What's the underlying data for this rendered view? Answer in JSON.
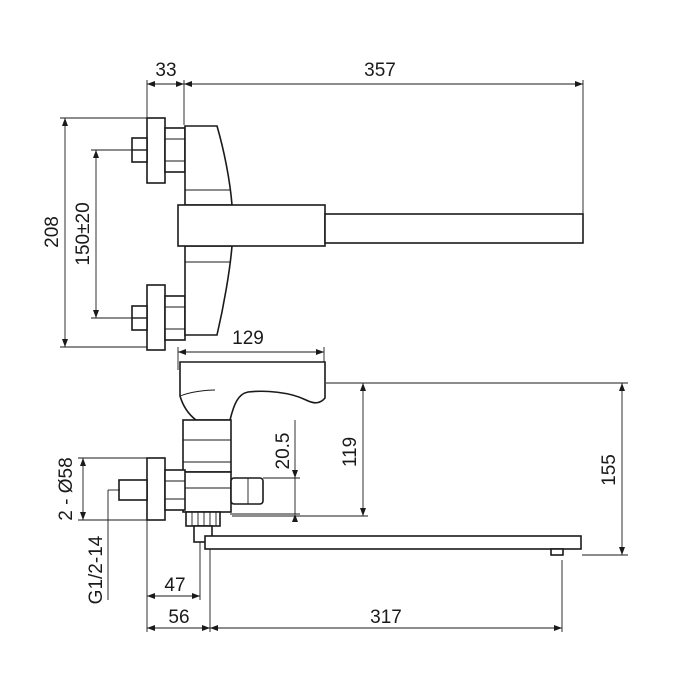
{
  "dimensions": {
    "top_width_left": "33",
    "top_width_right": "357",
    "total_height": "208",
    "center_distance": "150±20",
    "handle_length": "129",
    "flange_diameter": "2 - Ø58",
    "thread": "G1/2-14",
    "offset_47": "47",
    "offset_56": "56",
    "spout_length": "317",
    "height_20_5": "20.5",
    "height_119": "119",
    "height_155": "155"
  }
}
